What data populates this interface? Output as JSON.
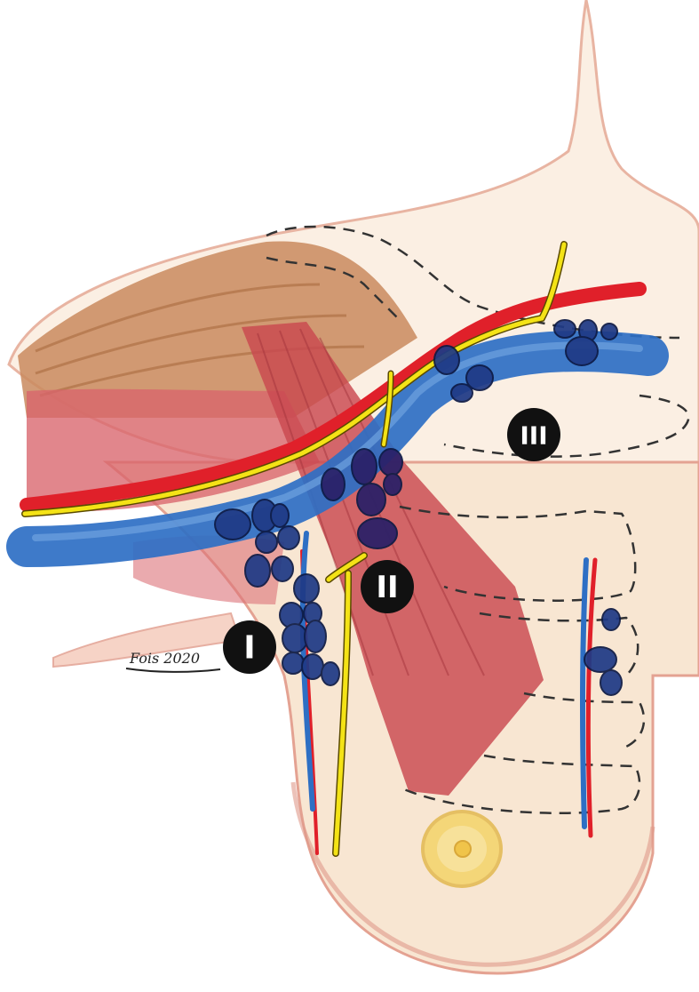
{
  "levels": {
    "level_1": "I",
    "level_2": "II",
    "level_3": "III"
  },
  "signature": "Fois 2020",
  "colors": {
    "skin": "#f6dcc4",
    "skin_edge": "#e39c88",
    "pectoralis_major": "#c98a5e",
    "muscle_red": "#d9646c",
    "pectoralis_minor": "#c9484f",
    "artery": "#e0202a",
    "vein": "#2e6fc4",
    "nerve": "#f4e316",
    "lymph_node": "#1f3a86",
    "areola": "#f4d678",
    "marker": "#111111"
  }
}
